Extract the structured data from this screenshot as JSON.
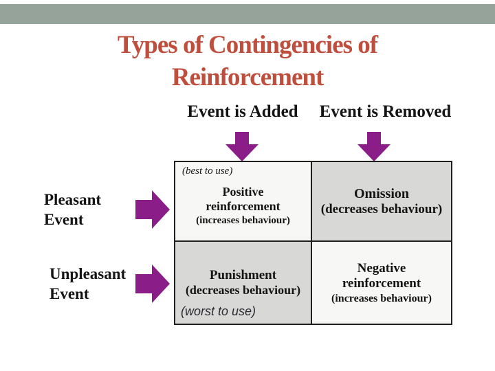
{
  "slide_title": {
    "line1": "Types of Contingencies of",
    "line2": "Reinforcement"
  },
  "column_headers": [
    {
      "label": "Event is Added"
    },
    {
      "label": "Event is Removed"
    }
  ],
  "row_headers": [
    {
      "line1": "Pleasant",
      "line2": "Event"
    },
    {
      "line1": "Unpleasant",
      "line2": "Event"
    }
  ],
  "matrix": {
    "top_left": {
      "note": "(best to use)",
      "term_line1": "Positive",
      "term_line2": "reinforcement",
      "effect": "(increases behaviour)"
    },
    "top_right": {
      "term": "Omission",
      "effect": "(decreases behaviour)"
    },
    "bottom_left": {
      "term": "Punishment",
      "effect": "(decreases behaviour)",
      "note": "(worst to use)"
    },
    "bottom_right": {
      "term_line1": "Negative",
      "term_line2": "reinforcement",
      "effect": "(increases behaviour)"
    }
  },
  "colors": {
    "title_red": "#bf4e3d",
    "top_band_sage": "#95a39b",
    "arrow_purple": "#8a1d88",
    "cell_grey": "#d8d8d6",
    "cell_white": "#f7f7f5",
    "border_dark": "#1f1f1f",
    "text_black": "#141414"
  }
}
